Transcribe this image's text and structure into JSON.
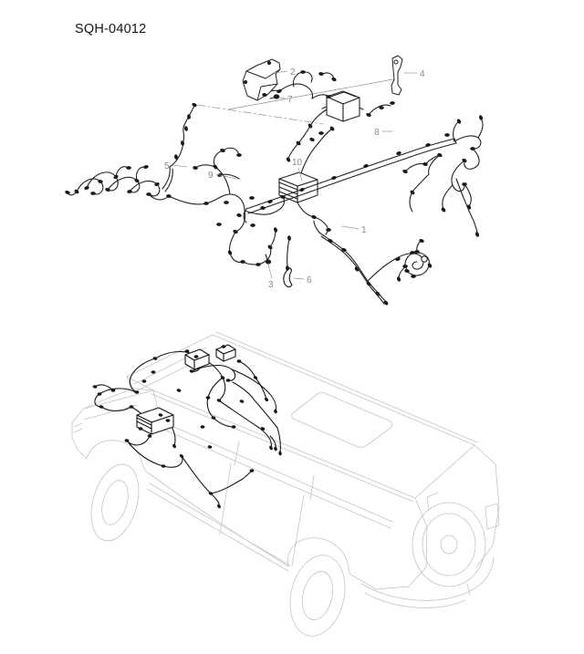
{
  "page": {
    "title": "SQH-04012"
  },
  "diagram": {
    "callouts": [
      {
        "label": "1"
      },
      {
        "label": "2"
      },
      {
        "label": "3"
      },
      {
        "label": "4"
      },
      {
        "label": "5"
      },
      {
        "label": "6"
      },
      {
        "label": "7"
      },
      {
        "label": "8"
      },
      {
        "label": "9"
      },
      {
        "label": "10"
      }
    ],
    "colors": {
      "harness_line": "#222222",
      "vehicle_outline": "#c4c4c4",
      "callout_text": "#8a8a8a",
      "leader_line": "#9a9a9a"
    }
  }
}
